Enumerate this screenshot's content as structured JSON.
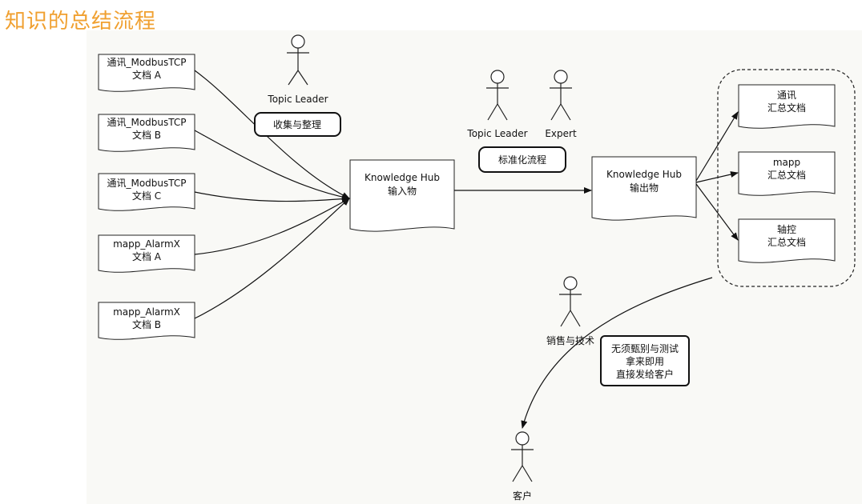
{
  "title": "知识的总结流程",
  "sources": [
    {
      "line1": "通讯_ModbusTCP",
      "line2": "文档 A"
    },
    {
      "line1": "通讯_ModbusTCP",
      "line2": "文档 B"
    },
    {
      "line1": "通讯_ModbusTCP",
      "line2": "文档 C"
    },
    {
      "line1": "mapp_AlarmX",
      "line2": "文档 A"
    },
    {
      "line1": "mapp_AlarmX",
      "line2": "文档 B"
    }
  ],
  "actors": {
    "topic_leader_1": "Topic Leader",
    "topic_leader_2": "Topic Leader",
    "expert": "Expert",
    "sales_tech": "销售与技术",
    "customer": "客户"
  },
  "steps": {
    "collect": "收集与整理",
    "standardize": "标准化流程"
  },
  "hub_input": {
    "line1": "Knowledge Hub",
    "line2": "输入物"
  },
  "hub_output": {
    "line1": "Knowledge Hub",
    "line2": "输出物"
  },
  "outputs": [
    {
      "line1": "通讯",
      "line2": "汇总文档"
    },
    {
      "line1": "mapp",
      "line2": "汇总文档"
    },
    {
      "line1": "轴控",
      "line2": "汇总文档"
    }
  ],
  "note": {
    "line1": "无须甄别与测试",
    "line2": "拿来即用",
    "line3": "直接发给客户"
  }
}
